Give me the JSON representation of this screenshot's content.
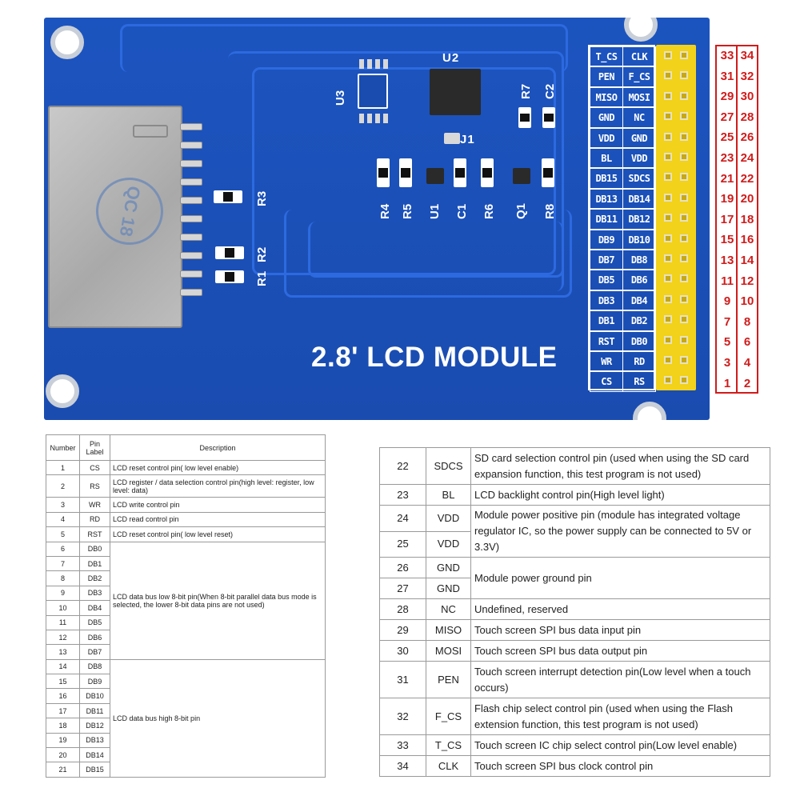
{
  "board": {
    "title": "2.8' LCD MODULE",
    "chip_labels": [
      "U2",
      "U3"
    ],
    "component_labels": [
      "R7",
      "C2",
      "J1",
      "R4",
      "R5",
      "U1",
      "C1",
      "R6",
      "Q1",
      "R8",
      "R3",
      "R2",
      "R1"
    ],
    "sd_stamp": "QC 18",
    "pin_labels_left": [
      "T_CS",
      "PEN",
      "MISO",
      "GND",
      "VDD",
      "BL",
      "DB15",
      "DB13",
      "DB11",
      "DB9",
      "DB7",
      "DB5",
      "DB3",
      "DB1",
      "RST",
      "WR",
      "CS"
    ],
    "pin_labels_right": [
      "CLK",
      "F_CS",
      "MOSI",
      "NC",
      "GND",
      "VDD",
      "SDCS",
      "DB14",
      "DB12",
      "DB10",
      "DB8",
      "DB6",
      "DB4",
      "DB2",
      "DB0",
      "RD",
      "RS"
    ],
    "pin_numbers_left": [
      "33",
      "31",
      "29",
      "27",
      "25",
      "23",
      "21",
      "19",
      "17",
      "15",
      "13",
      "11",
      "9",
      "7",
      "5",
      "3",
      "1"
    ],
    "pin_numbers_right": [
      "34",
      "32",
      "30",
      "28",
      "26",
      "24",
      "22",
      "20",
      "18",
      "16",
      "14",
      "12",
      "10",
      "8",
      "6",
      "4",
      "2"
    ]
  },
  "table_left": {
    "headers": [
      "Number",
      "Pin Label",
      "Description"
    ],
    "rows": [
      {
        "num": "1",
        "label": "CS",
        "desc": "LCD reset control pin( low level enable)"
      },
      {
        "num": "2",
        "label": "RS",
        "desc": "LCD register / data selection control pin(high level: register, low level: data)"
      },
      {
        "num": "3",
        "label": "WR",
        "desc": "LCD write control pin"
      },
      {
        "num": "4",
        "label": "RD",
        "desc": "LCD read control pin"
      },
      {
        "num": "5",
        "label": "RST",
        "desc": "LCD reset control pin( low level reset)"
      },
      {
        "num": "6",
        "label": "DB0",
        "desc": "LCD data bus low 8-bit pin(When 8-bit parallel data bus mode is selected, the lower 8-bit data pins are not used)"
      },
      {
        "num": "7",
        "label": "DB1"
      },
      {
        "num": "8",
        "label": "DB2"
      },
      {
        "num": "9",
        "label": "DB3"
      },
      {
        "num": "10",
        "label": "DB4"
      },
      {
        "num": "11",
        "label": "DB5"
      },
      {
        "num": "12",
        "label": "DB6"
      },
      {
        "num": "13",
        "label": "DB7"
      },
      {
        "num": "14",
        "label": "DB8",
        "desc": "LCD data bus high 8-bit pin"
      },
      {
        "num": "15",
        "label": "DB9"
      },
      {
        "num": "16",
        "label": "DB10"
      },
      {
        "num": "17",
        "label": "DB11"
      },
      {
        "num": "18",
        "label": "DB12"
      },
      {
        "num": "19",
        "label": "DB13"
      },
      {
        "num": "20",
        "label": "DB14"
      },
      {
        "num": "21",
        "label": "DB15"
      }
    ]
  },
  "table_right": {
    "rows": [
      {
        "num": "22",
        "label": "SDCS",
        "desc": "SD card selection control pin (used when using the SD card expansion function, this test program is not used)"
      },
      {
        "num": "23",
        "label": "BL",
        "desc": "LCD backlight control pin(High level light)"
      },
      {
        "num": "24",
        "label": "VDD",
        "desc": "Module power positive pin (module has integrated voltage regulator IC, so the power supply can be connected to 5V or 3.3V)"
      },
      {
        "num": "25",
        "label": "VDD"
      },
      {
        "num": "26",
        "label": "GND",
        "desc": "Module power ground pin"
      },
      {
        "num": "27",
        "label": "GND"
      },
      {
        "num": "28",
        "label": "NC",
        "desc": "Undefined, reserved"
      },
      {
        "num": "29",
        "label": "MISO",
        "desc": "Touch screen SPI bus data input pin"
      },
      {
        "num": "30",
        "label": "MOSI",
        "desc": "Touch screen SPI bus data output pin"
      },
      {
        "num": "31",
        "label": "PEN",
        "desc": "Touch screen interrupt detection pin(Low level when a touch occurs)"
      },
      {
        "num": "32",
        "label": "F_CS",
        "desc": "Flash chip select control pin (used when using the Flash extension function, this test program is not used)"
      },
      {
        "num": "33",
        "label": "T_CS",
        "desc": "Touch screen IC chip select control pin(Low level enable)"
      },
      {
        "num": "34",
        "label": "CLK",
        "desc": "Touch screen SPI bus clock control pin"
      }
    ]
  },
  "colors": {
    "pcb": "#1a4cb0",
    "header": "#f2d21a",
    "pin_number_box": "#d11b1b"
  }
}
